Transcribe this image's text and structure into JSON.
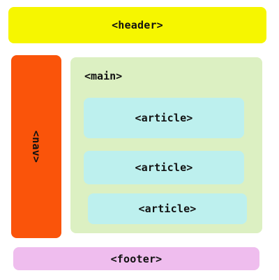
{
  "diagram": {
    "header": {
      "label": "<header>",
      "color": "#f6f600"
    },
    "nav": {
      "label": "<nav>",
      "color": "#fa540a"
    },
    "main": {
      "label": "<main>",
      "color": "#dcf0c2"
    },
    "articles": [
      {
        "label": "<article>",
        "color": "#bdf0ee"
      },
      {
        "label": "<article>",
        "color": "#bdf0ee"
      },
      {
        "label": "<article>",
        "color": "#bdf0ee"
      }
    ],
    "footer": {
      "label": "<footer>",
      "color": "#efbdee"
    }
  }
}
